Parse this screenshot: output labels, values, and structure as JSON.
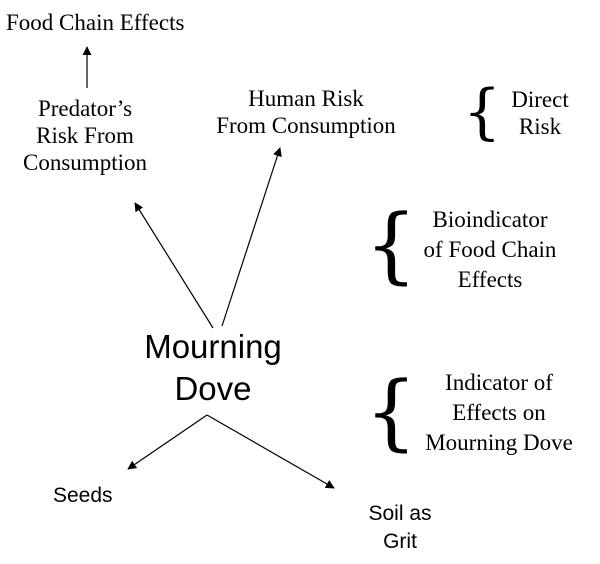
{
  "nodes": {
    "food_chain_effects": {
      "lines": [
        "Food Chain Effects"
      ]
    },
    "predator_risk": {
      "lines": [
        "Predator’s",
        "Risk From",
        "Consumption"
      ]
    },
    "human_risk": {
      "lines": [
        "Human Risk",
        "From Consumption"
      ]
    },
    "mourning_dove": {
      "lines": [
        "Mourning",
        "Dove"
      ]
    },
    "seeds": {
      "lines": [
        "Seeds"
      ]
    },
    "soil_as_grit": {
      "lines": [
        "Soil as",
        "Grit"
      ]
    }
  },
  "annotations": {
    "direct_risk": {
      "lines": [
        "Direct",
        "Risk"
      ]
    },
    "bioindicator": {
      "lines": [
        "Bioindicator",
        "of Food Chain",
        "Effects"
      ]
    },
    "indicator_dove": {
      "lines": [
        "Indicator of",
        "Effects on",
        "Mourning Dove"
      ]
    }
  },
  "edges": [
    {
      "from": "predator_risk",
      "to": "food_chain_effects"
    },
    {
      "from": "mourning_dove",
      "to": "predator_risk"
    },
    {
      "from": "mourning_dove",
      "to": "human_risk"
    },
    {
      "from": "mourning_dove",
      "to": "seeds"
    },
    {
      "from": "mourning_dove",
      "to": "soil_as_grit"
    }
  ],
  "colors": {
    "ink": "#000000",
    "background": "#ffffff"
  }
}
